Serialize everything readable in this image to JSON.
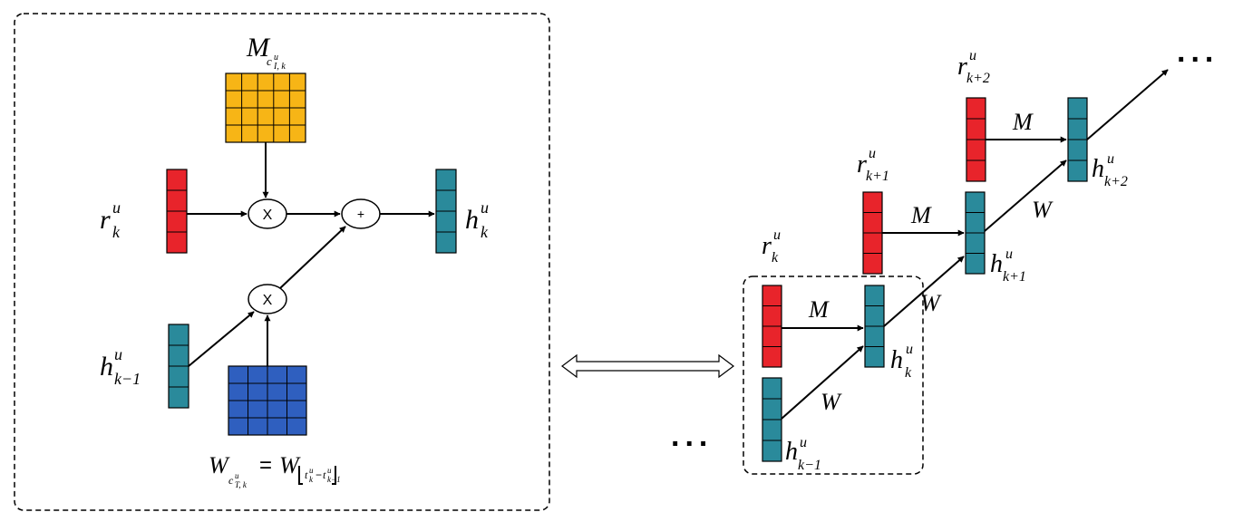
{
  "colors": {
    "teal": "#2a8a9b",
    "red": "#e8242b",
    "gold": "#f7b516",
    "blue": "#2f5fbf"
  },
  "left_panel": {
    "matrix_m_label": "M",
    "matrix_m_sub": "c",
    "matrix_m_sub_sup": "u",
    "matrix_m_sub_sub": "I, k",
    "r_label": "r",
    "r_sup": "u",
    "r_sub": "k",
    "h_label": "h",
    "h_sup": "u",
    "h_sub": "k",
    "hprev_label": "h",
    "hprev_sup": "u",
    "hprev_sub": "k−1",
    "multiply_symbol": "X",
    "add_symbol": "+",
    "w_formula": {
      "lhs": "W",
      "lhs_sub": "c",
      "lhs_sub_sup": "u",
      "lhs_sub_sub": "T, k",
      "equals": "=",
      "rhs": "W",
      "rhs_sub_t1": "t",
      "rhs_sub_t1_sup": "u",
      "rhs_sub_t1_sub": "k",
      "rhs_sub_minus": "−",
      "rhs_sub_t2": "t",
      "rhs_sub_t2_sup": "u",
      "rhs_sub_t2_sub": "k−1"
    }
  },
  "right_panel": {
    "steps": [
      {
        "r_label": "r",
        "r_sup": "u",
        "r_sub": "k",
        "h_label": "h",
        "h_sup": "u",
        "h_sub": "k",
        "m_label": "M",
        "w_label": "W"
      },
      {
        "r_label": "r",
        "r_sup": "u",
        "r_sub": "k+1",
        "h_label": "h",
        "h_sup": "u",
        "h_sub": "k+1",
        "m_label": "M",
        "w_label": "W"
      },
      {
        "r_label": "r",
        "r_sup": "u",
        "r_sub": "k+2",
        "h_label": "h",
        "h_sup": "u",
        "h_sub": "k+2",
        "m_label": "M",
        "w_label": "W"
      }
    ],
    "hprev_label": "h",
    "hprev_sup": "u",
    "hprev_sub": "k−1",
    "ellipsis_start": "...",
    "ellipsis_end": "..."
  }
}
